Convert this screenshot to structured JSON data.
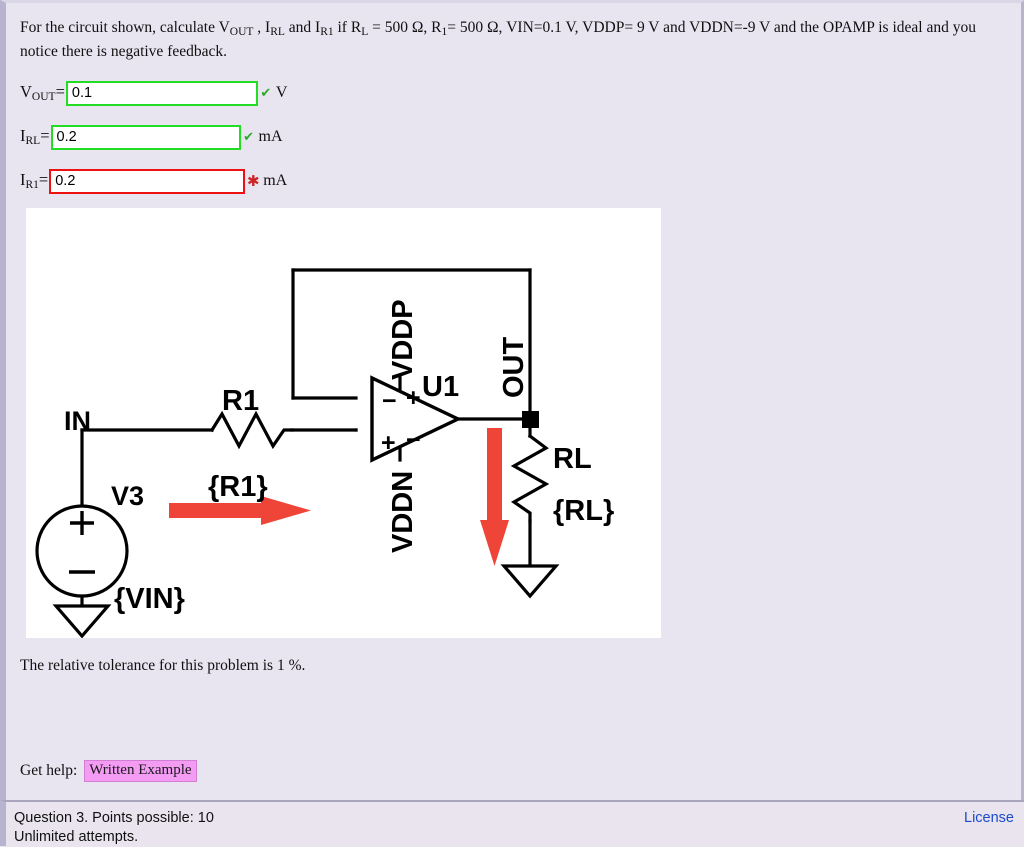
{
  "question": {
    "prompt_part1": "For the circuit shown,  calculate  V",
    "prompt_sub1": "OUT",
    "prompt_part2": " , I",
    "prompt_sub2": "RL",
    "prompt_part3": " and I",
    "prompt_sub3": "R1",
    "prompt_part4": " if  R",
    "prompt_sub4": "L",
    "prompt_part5": " = 500 Ω, R",
    "prompt_sub5": "1",
    "prompt_part6": "= 500 Ω, VIN=0.1 V, VDDP= 9 V and VDDN=-9 V and the OPAMP is ideal and you notice there is negative feedback.",
    "full_text": "For the circuit shown,  calculate  VOUT , IRL and IR1 if  RL = 500 Ω, R1= 500 Ω, VIN=0.1 V, VDDP= 9 V and VDDN=-9 V and the OPAMP is ideal and you notice there is negative feedback.",
    "tolerance_text": "The relative tolerance for this problem is 1 %.",
    "get_help_label": "Get help:",
    "written_example_label": "Written Example"
  },
  "answers": [
    {
      "id": "vout",
      "label_main": "V",
      "label_sub": "OUT",
      "label_eq": "=",
      "value": "0.1",
      "placeholder": "",
      "unit": "V",
      "status": "correct",
      "mark_glyph": "✔",
      "mark_name": "check-icon",
      "border_color": "#22dd22"
    },
    {
      "id": "irl",
      "label_main": "I",
      "label_sub": "RL",
      "label_eq": "=",
      "value": "0.2",
      "placeholder": "",
      "unit": "mA",
      "status": "correct",
      "mark_glyph": "✔",
      "mark_name": "check-icon",
      "border_color": "#22dd22"
    },
    {
      "id": "ir1",
      "label_main": "I",
      "label_sub": "R1",
      "label_eq": "=",
      "value": "0.2",
      "placeholder": "",
      "unit": "mA",
      "status": "incorrect",
      "mark_glyph": "✱",
      "mark_name": "error-asterisk-icon",
      "border_color": "#ee1111"
    }
  ],
  "circuit": {
    "labels": {
      "in": "IN",
      "v3": "V3",
      "vin": "{VIN}",
      "r1_ref": "R1",
      "r1_val": "{R1}",
      "u1": "U1",
      "vddp": "VDDP",
      "vddn": "VDDN",
      "out": "OUT",
      "rl_ref": "RL",
      "rl_val": "{RL}",
      "src_plus": "+",
      "src_minus": "−",
      "inv_minus": "−",
      "noninv_plus": "+",
      "vddp_plus": "+",
      "vddn_minus": "−"
    },
    "arrow_color": "#ef4438",
    "wire_color": "#000000",
    "background": "#ffffff"
  },
  "footer": {
    "text": "Question 3. Points possible: 10\nUnlimited attempts.",
    "license_label": "License",
    "license_color": "#1b4ad0"
  }
}
